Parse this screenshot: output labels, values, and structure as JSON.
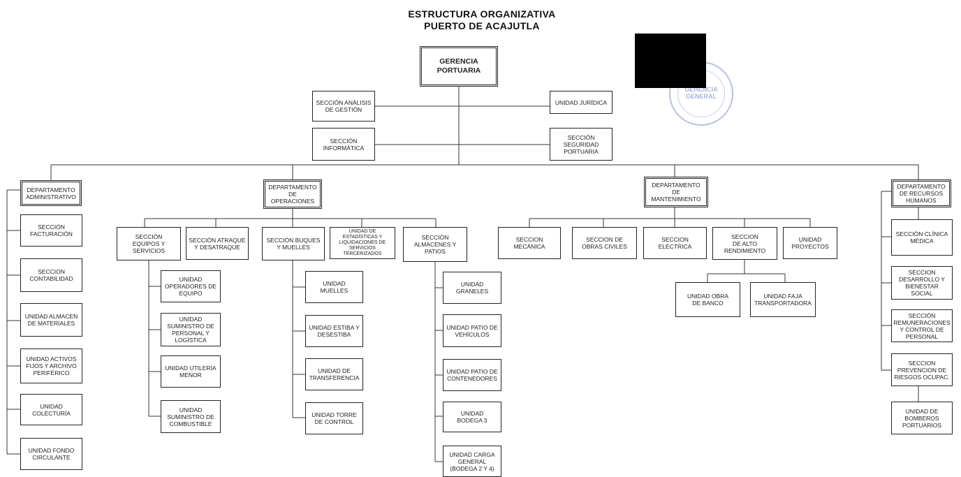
{
  "header": {
    "title": "ESTRUCTURA ORGANIZATIVA",
    "subtitle": "PUERTO DE ACAJUTLA"
  },
  "stamp": {
    "text": "GERENCIA\nGENERAL",
    "color": "#aab3d6"
  },
  "nodes": {
    "gerencia": "GERENCIA\nPORTUARIA",
    "analisis": "SECCIÓN ANÁLISIS\nDE GESTIÓN",
    "juridica": "UNIDAD JURÍDICA",
    "informatica": "SECCIÓN\nINFORMÁTICA",
    "seguridad": "SECCIÓN\nSEGURIDAD\nPORTUARIA",
    "dep_admin": "DEPARTAMENTO\nADMINISTRATIVO",
    "dep_oper": "DEPARTAMENTO\nDE\nOPERACIONES",
    "dep_mant": "DEPARTAMENTO\nDE\nMANTENIMIENTO",
    "dep_rrhh": "DEPARTAMENTO\nDE RECURSOS\nHUMANOS",
    "facturacion": "SECCIÓN\nFACTURACIÓN",
    "contabilidad": "SECCION\nCONTABILIDAD",
    "almacen_mat": "UNIDAD ALMACEN\nDE MATERIALES",
    "activos": "UNIDAD ACTIVOS\nFIJOS Y ARCHIVO\nPERIFÉRICO",
    "colecturia": "UNIDAD\nCOLECTURÍA",
    "fondo": "UNIDAD FONDO\nCIRCULANTE",
    "equipos": "SECCIÓN\nEQUIPOS Y\nSERVICIOS",
    "atraque": "SECCIÓN ATRAQUE\nY DESATRAQUE",
    "buques": "SECCIÓN BUQUES\nY MUELLES",
    "estadisticas": "UNIDAD DE\nESTADÍSTICAS Y\nLIQUIDACIONES DE\nSERVICIOS\nTERCERIZADOS",
    "almacenes": "SECCIÓN\nALMACENES Y\nPATIOS",
    "operadores": "UNIDAD\nOPERADORES DE\nEQUIPO",
    "suministro_personal": "UNIDAD\nSUMINISTRO DE\nPERSONAL Y\nLOGÍSTICA",
    "utileria": "UNIDAD UTILERÍA\nMENOR",
    "combustible": "UNIDAD\nSUMINISTRO DE\nCOMBUSTIBLE",
    "muelles": "UNIDAD\nMUELLES",
    "estiba": "UNIDAD ESTIBA Y\nDESESTIBA",
    "transferencia": "UNIDAD DE\nTRANSFERENCIA",
    "torre": "UNIDAD TORRE\nDE CONTROL",
    "graneles": "UNIDAD\nGRANELES",
    "patio_vehiculos": "UNIDAD PATIO DE\nVEHÍCULOS",
    "patio_contenedores": "UNIDAD PATIO DE\nCONTENEDORES",
    "bodega3": "UNIDAD\nBODEGA 3",
    "carga_general": "UNIDAD CARGA\nGENERAL\n(BODEGA 2 Y 4)",
    "mecanica": "SECCION\nMECÁNICA",
    "obras_civiles": "SECCION DE\nOBRAS CIVILES",
    "electrica": "SECCION\nELECTRICA",
    "alto_rendimiento": "SECCION\nDE ALTO\nRENDIMIENTO",
    "proyectos": "UNIDAD\nPROYECTOS",
    "obra_banco": "UNIDAD OBRA\nDE BANCO",
    "faja": "UNIDAD FAJA\nTRANSPORTADORA",
    "clinica": "SECCIÓN CLÍNICA\nMÉDICA",
    "desarrollo": "SECCION\nDESARROLLO Y\nBIENESTAR SOCIAL",
    "remuneraciones": "SECCIÓN\nREMUNERACIONES\nY CONTROL DE\nPERSONAL",
    "prevencion": "SECCION\nPREVENCION DE\nRIESGOS OCUPAC.",
    "bomberos": "UNIDAD DE\nBOMBEROS\nPORTUARIOS"
  }
}
